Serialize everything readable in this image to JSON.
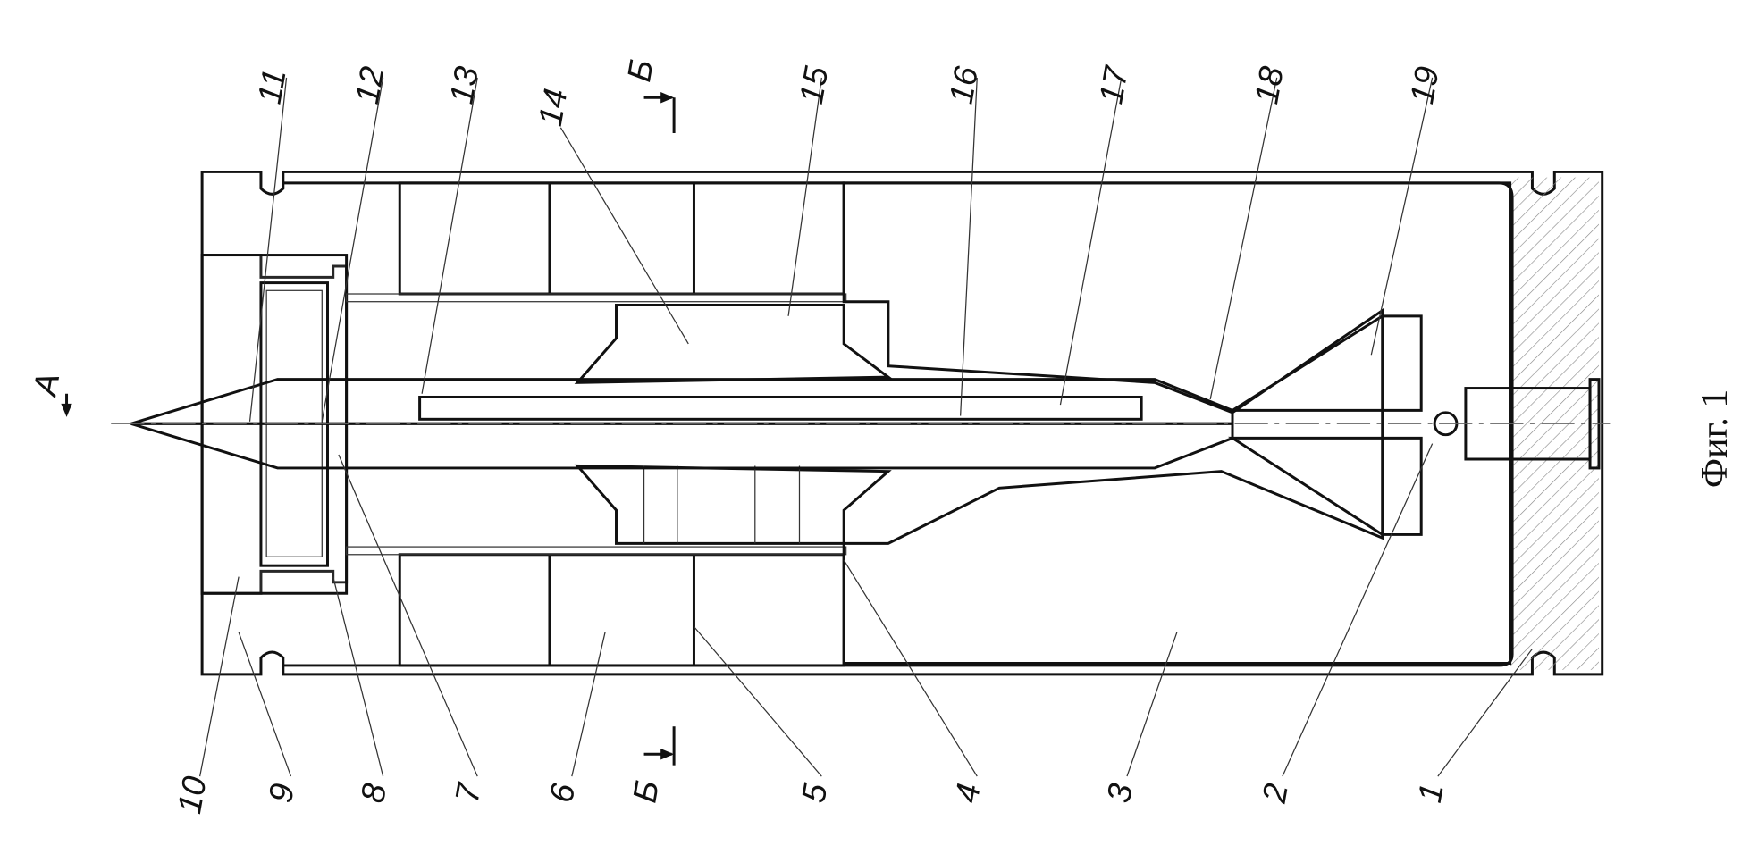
{
  "figure": {
    "caption": "Фиг. 1",
    "view_label": "A",
    "section_label_top": "Б",
    "section_label_bottom": "Б",
    "top_labels": [
      "11",
      "12",
      "13",
      "14",
      "15",
      "16",
      "17",
      "18",
      "19"
    ],
    "bottom_labels": [
      "10",
      "9",
      "8",
      "7",
      "6",
      "5",
      "4",
      "3",
      "2",
      "1"
    ]
  }
}
